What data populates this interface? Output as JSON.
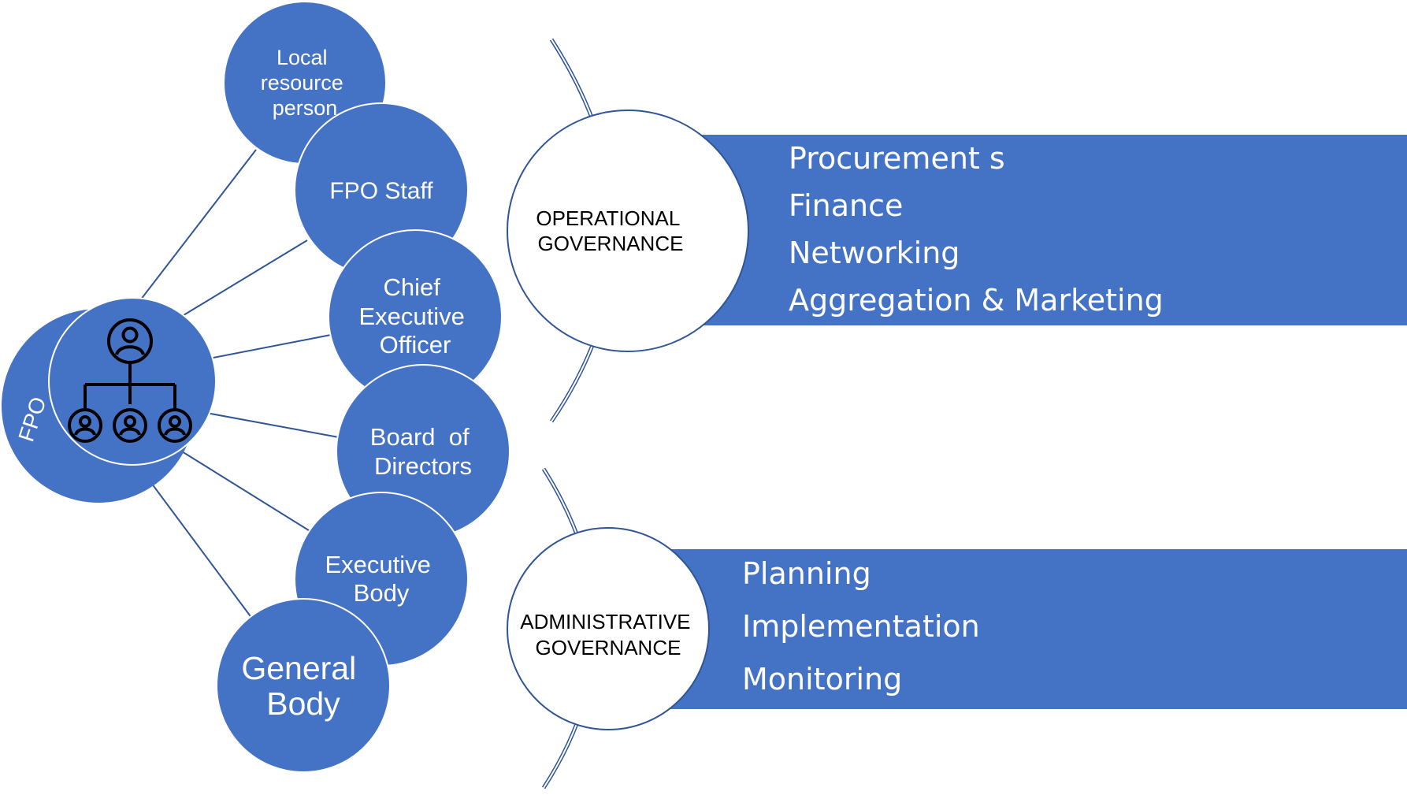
{
  "colors": {
    "primary_blue": "#4472C4",
    "outline_blue": "#2F5597",
    "white": "#FFFFFF",
    "icon_black": "#000000"
  },
  "root": {
    "label": "FPO",
    "icon": "org-chart-icon"
  },
  "members": [
    {
      "id": "local-resource-person",
      "lines": [
        "Local",
        "resource",
        "person"
      ]
    },
    {
      "id": "fpo-staff",
      "lines": [
        "FPO Staff"
      ]
    },
    {
      "id": "chief-executive-officer",
      "lines": [
        "Chief",
        "Executive",
        "Officer"
      ]
    },
    {
      "id": "board-of-directors",
      "lines": [
        "Board  of",
        "Directors"
      ]
    },
    {
      "id": "executive-body",
      "lines": [
        "Executive",
        "Body"
      ]
    },
    {
      "id": "general-body",
      "lines": [
        "General",
        "Body"
      ]
    }
  ],
  "governance": [
    {
      "id": "operational",
      "title_lines": [
        "OPERATIONAL",
        "GOVERNANCE"
      ],
      "items": [
        "Procurement s",
        "Finance",
        "Networking",
        "Aggregation & Marketing"
      ]
    },
    {
      "id": "administrative",
      "title_lines": [
        "ADMINISTRATIVE",
        "GOVERNANCE"
      ],
      "items": [
        "Planning",
        "Implementation",
        "Monitoring"
      ]
    }
  ]
}
